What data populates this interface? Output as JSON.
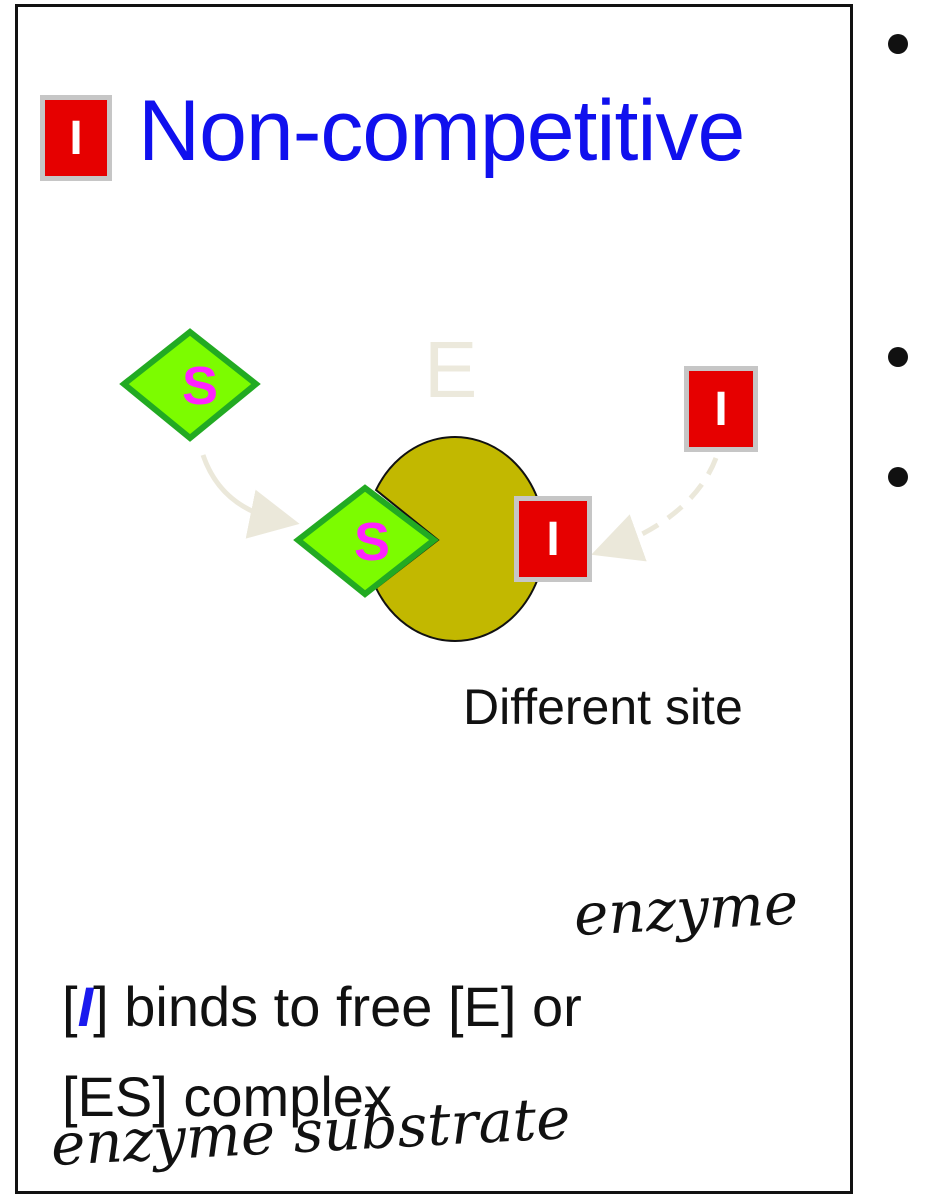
{
  "title": "Non-competitive",
  "inhibitor_letter": "I",
  "substrate_letter": "S",
  "enzyme_label": "E",
  "site_label": "Different site",
  "caption": {
    "line1_open": "[",
    "line1_symbol": "I",
    "line1_rest": "] binds to free [E] or",
    "line2": "[ES] complex"
  },
  "handwriting": {
    "note_enzyme": "enzyme",
    "note_enzyme_substrate": "enzyme substrate"
  },
  "colors": {
    "title": "#1010ee",
    "inhibitor_fill": "#e60000",
    "inhibitor_border": "#c6c6c6",
    "substrate_fill": "#7cfc00",
    "substrate_border": "#22aa22",
    "substrate_letter": "#ff22ff",
    "enzyme_fill": "#c2b800",
    "arrow": "#ebe8da"
  }
}
